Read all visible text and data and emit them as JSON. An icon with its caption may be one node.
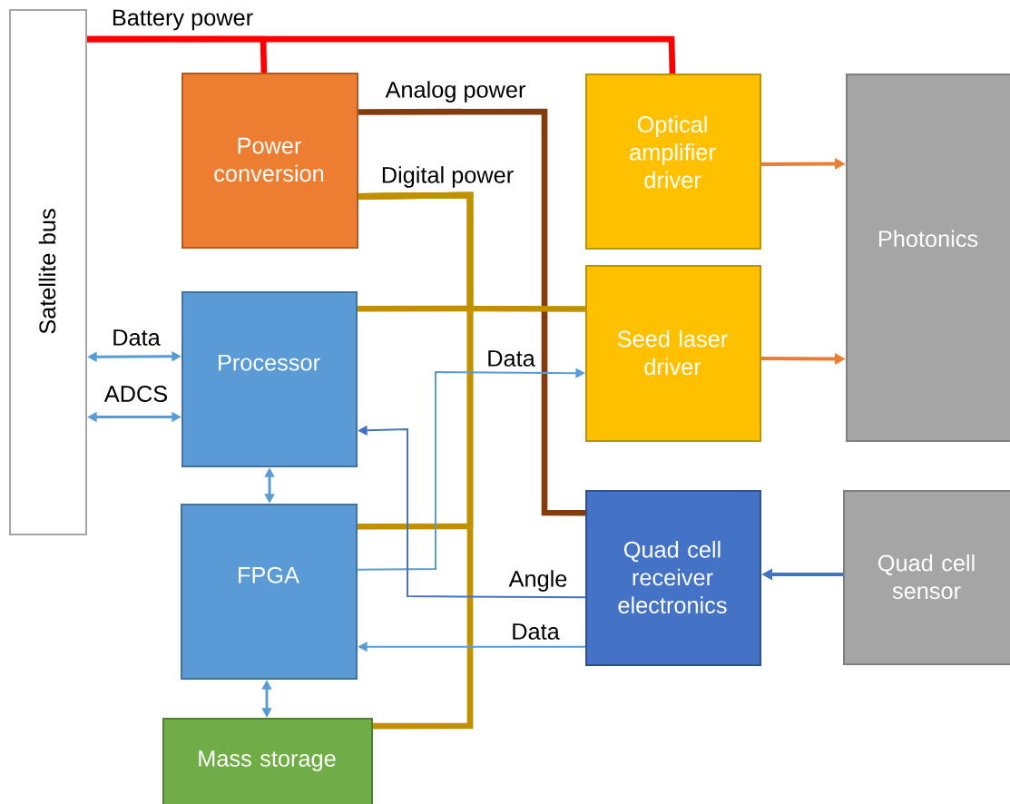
{
  "diagram": {
    "nodes": [
      {
        "text": [
          "Satellite bus"
        ]
      },
      {
        "text": [
          "Power conversion"
        ]
      },
      {
        "text": [
          "Optical amplifier driver"
        ]
      },
      {
        "text": [
          "Photonics"
        ]
      },
      {
        "text": [
          "Processor"
        ]
      },
      {
        "text": [
          "Seed laser driver"
        ]
      },
      {
        "text": [
          "FPGA"
        ]
      },
      {
        "text": [
          "Quad cell receiver electronics"
        ]
      },
      {
        "text": [
          "Quad cell sensor"
        ]
      },
      {
        "text": [
          "Mass storage"
        ]
      }
    ],
    "edges": [
      {
        "from": 0,
        "to": 1,
        "arrow": "none",
        "label": "Battery power",
        "color": "#ff0000"
      },
      {
        "from": 0,
        "to": 2,
        "arrow": "none",
        "color": "#ff0000"
      },
      {
        "from": 1,
        "to": 7,
        "arrow": "none",
        "label": "Analog power",
        "color": "#843c0c"
      },
      {
        "from": 1,
        "to": 4,
        "arrow": "none",
        "label": "Digital power",
        "color": "#bf9000"
      },
      {
        "from": 1,
        "to": 5,
        "arrow": "none",
        "color": "#bf9000"
      },
      {
        "from": 1,
        "to": 6,
        "arrow": "none",
        "color": "#bf9000"
      },
      {
        "from": 1,
        "to": 9,
        "arrow": "none",
        "color": "#bf9000"
      },
      {
        "from": 0,
        "to": 4,
        "arrow": "both",
        "label": "Data"
      },
      {
        "from": 0,
        "to": 4,
        "arrow": "both",
        "label": "ADCS"
      },
      {
        "from": 4,
        "to": 6,
        "arrow": "both"
      },
      {
        "from": 6,
        "to": 9,
        "arrow": "both"
      },
      {
        "from": 6,
        "to": 5,
        "arrow": "to",
        "label": "Data"
      },
      {
        "from": 7,
        "to": 4,
        "arrow": "to",
        "label": "Angle",
        "color": "#4472c4"
      },
      {
        "from": 7,
        "to": 6,
        "arrow": "to",
        "label": "Data"
      },
      {
        "from": 2,
        "to": 3,
        "arrow": "to",
        "color": "#ed7d31"
      },
      {
        "from": 5,
        "to": 3,
        "arrow": "to",
        "color": "#ed7d31"
      },
      {
        "from": 8,
        "to": 7,
        "arrow": "to",
        "color": "#4472c4"
      }
    ]
  }
}
